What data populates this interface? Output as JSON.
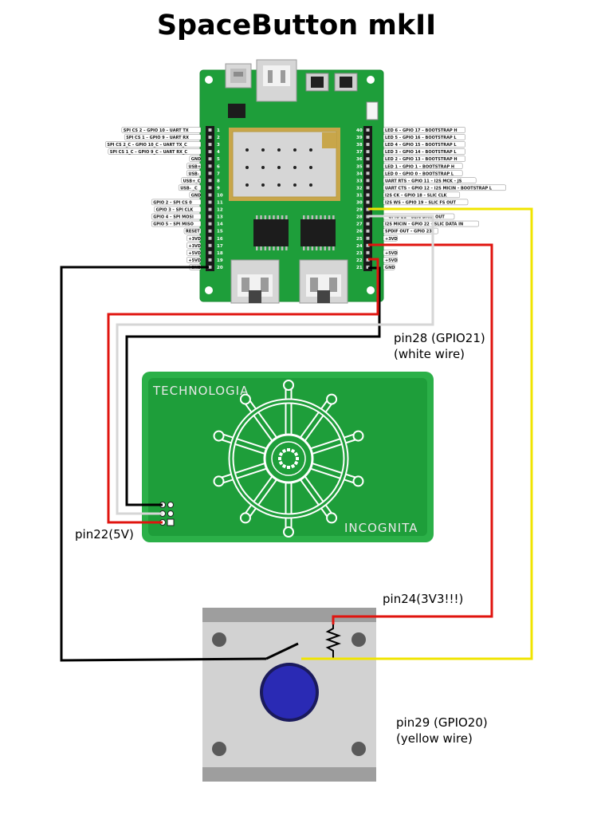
{
  "title": "SpaceButton mkII",
  "colors": {
    "board": "#1e9e3a",
    "board_edge": "#2bb048",
    "wire_black": "#000000",
    "wire_red": "#e0140f",
    "wire_white": "#d6d6d6",
    "wire_yellow": "#f0e400",
    "button_cap": "#2a2ab4",
    "case": "#d2d2d2"
  },
  "left_header": {
    "pins": [
      "1",
      "2",
      "3",
      "4",
      "5",
      "6",
      "7",
      "8",
      "9",
      "10",
      "11",
      "12",
      "13",
      "14",
      "15",
      "16",
      "17",
      "18",
      "19",
      "20"
    ],
    "labels": [
      "SPI CS 2 – GPIO 10 – UART TX",
      "SPI CS 1 – GPIO 9 – UART RX",
      "SPI CS 2_C – GPIO 10_C – UART TX_C",
      "SPI CS 1_C – GPIO 9_C – UART RX_C",
      "GND",
      "USB+",
      "USB-",
      "USB+_C",
      "USB- _C",
      "GND",
      "GPIO 2 – SPI CS 0",
      "GPIO 3 – SPI CLK",
      "GPIO 4 – SPI MOSI",
      "GPIO 5 – SPI MISO",
      "RESET",
      "+3VD",
      "+3VD",
      "+5VD",
      "+5VD",
      "GND"
    ]
  },
  "right_header": {
    "pins": [
      "40",
      "39",
      "38",
      "37",
      "36",
      "35",
      "34",
      "33",
      "32",
      "31",
      "30",
      "29",
      "28",
      "27",
      "26",
      "25",
      "24",
      "23",
      "22",
      "21"
    ],
    "labels": [
      "LED 6 – GPIO 17 – BOOTSTRAP H",
      "LED 5 – GPIO 16 – BOOTSTRAP L",
      "LED 4 – GPIO 15 – BOOTSTRAP L",
      "LED 3 – GPIO 14 – BOOTSTRAP L",
      "LED 2 – GPIO 13 – BOOTSTRAP H",
      "LED 1 – GPIO 1 – BOOTSTRAP H",
      "LED 0 – GPIO 0 – BOOTSTRAP L",
      "UART RTS – GPIO 11 – I2S MCK – JS",
      "UART CTS – GPIO 12 – I2S MICIN – BOOTSTRAP L",
      "I2S CK – GPIO 18 – SLIC CLK",
      "I2S WS – GPIO 19 – SLIC FS OUT",
      "",
      "– GPIO 21 – SLIC DATA OUT",
      "I2S MICIN – GPIO 22 – SLIC DATA IN",
      "SPDIF OUT – GPIO 23",
      "+3VD",
      "",
      "+5VD",
      "+5VD",
      "GND"
    ]
  },
  "badge": {
    "top_text": "TECHNOLOGIA",
    "bottom_text": "INCOGNITA"
  },
  "annotations": {
    "pin28": [
      "pin28 (GPIO21)",
      "(white wire)"
    ],
    "pin22": "pin22(5V)",
    "pin24": "pin24(3V3!!!)",
    "pin29": [
      "pin29 (GPIO20)",
      "(yellow wire)"
    ]
  }
}
